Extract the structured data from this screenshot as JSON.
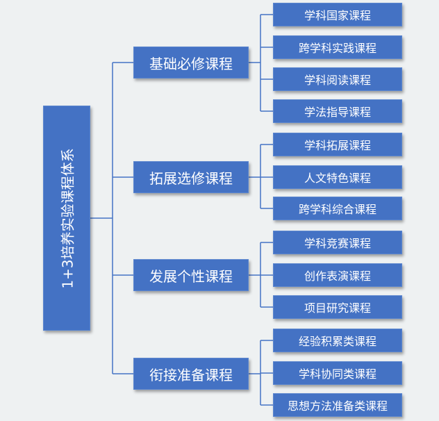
{
  "root": {
    "label": "1+3培养实验课程体系"
  },
  "categories": [
    {
      "label": "基础必修课程",
      "items": [
        "学科国家课程",
        "跨学科实践课程",
        "学科阅读课程",
        "学法指导课程"
      ]
    },
    {
      "label": "拓展选修课程",
      "items": [
        "学科拓展课程",
        "人文特色课程",
        "跨学科综合课程"
      ]
    },
    {
      "label": "发展个性课程",
      "items": [
        "学科竞赛课程",
        "创作表演课程",
        "项目研究课程"
      ]
    },
    {
      "label": "衔接准备课程",
      "items": [
        "经验积累类课程",
        "学科协同类课程",
        "思想方法准备类课程"
      ]
    }
  ],
  "colors": {
    "box": "#4472c4",
    "line": "#4472c4",
    "background": "#eef1f2"
  }
}
